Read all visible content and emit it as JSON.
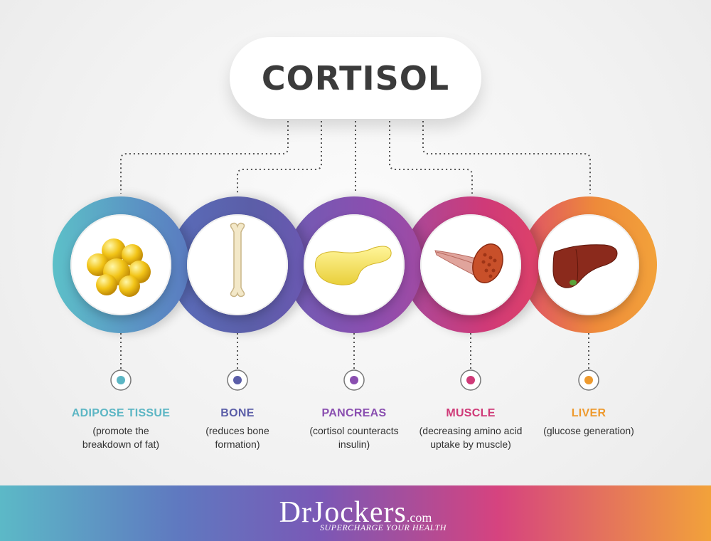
{
  "title": "CORTISOL",
  "organs": [
    {
      "name": "ADIPOSE TISSUE",
      "desc_line1": "(promote the",
      "desc_line2": "breakdown of fat)",
      "color": "#5cb6c4",
      "icon": "fat-cells-icon"
    },
    {
      "name": "BONE",
      "desc_line1": "(reduces bone",
      "desc_line2": "formation)",
      "color": "#5b5ea8",
      "icon": "bone-icon"
    },
    {
      "name": "PANCREAS",
      "desc_line1": "(cortisol counteracts",
      "desc_line2": "insulin)",
      "color": "#8a4fb0",
      "icon": "pancreas-icon"
    },
    {
      "name": "MUSCLE",
      "desc_line1": "(decreasing amino acid",
      "desc_line2": "uptake by muscle)",
      "color": "#cf3a78",
      "icon": "muscle-icon"
    },
    {
      "name": "LIVER",
      "desc_line1": "(glucose generation)",
      "desc_line2": "",
      "color": "#ee9a2e",
      "icon": "liver-icon"
    }
  ],
  "footer": {
    "brand": "DrJockers",
    "brand_suffix": ".com",
    "tagline": "SUPERCHARGE YOUR HEALTH"
  }
}
